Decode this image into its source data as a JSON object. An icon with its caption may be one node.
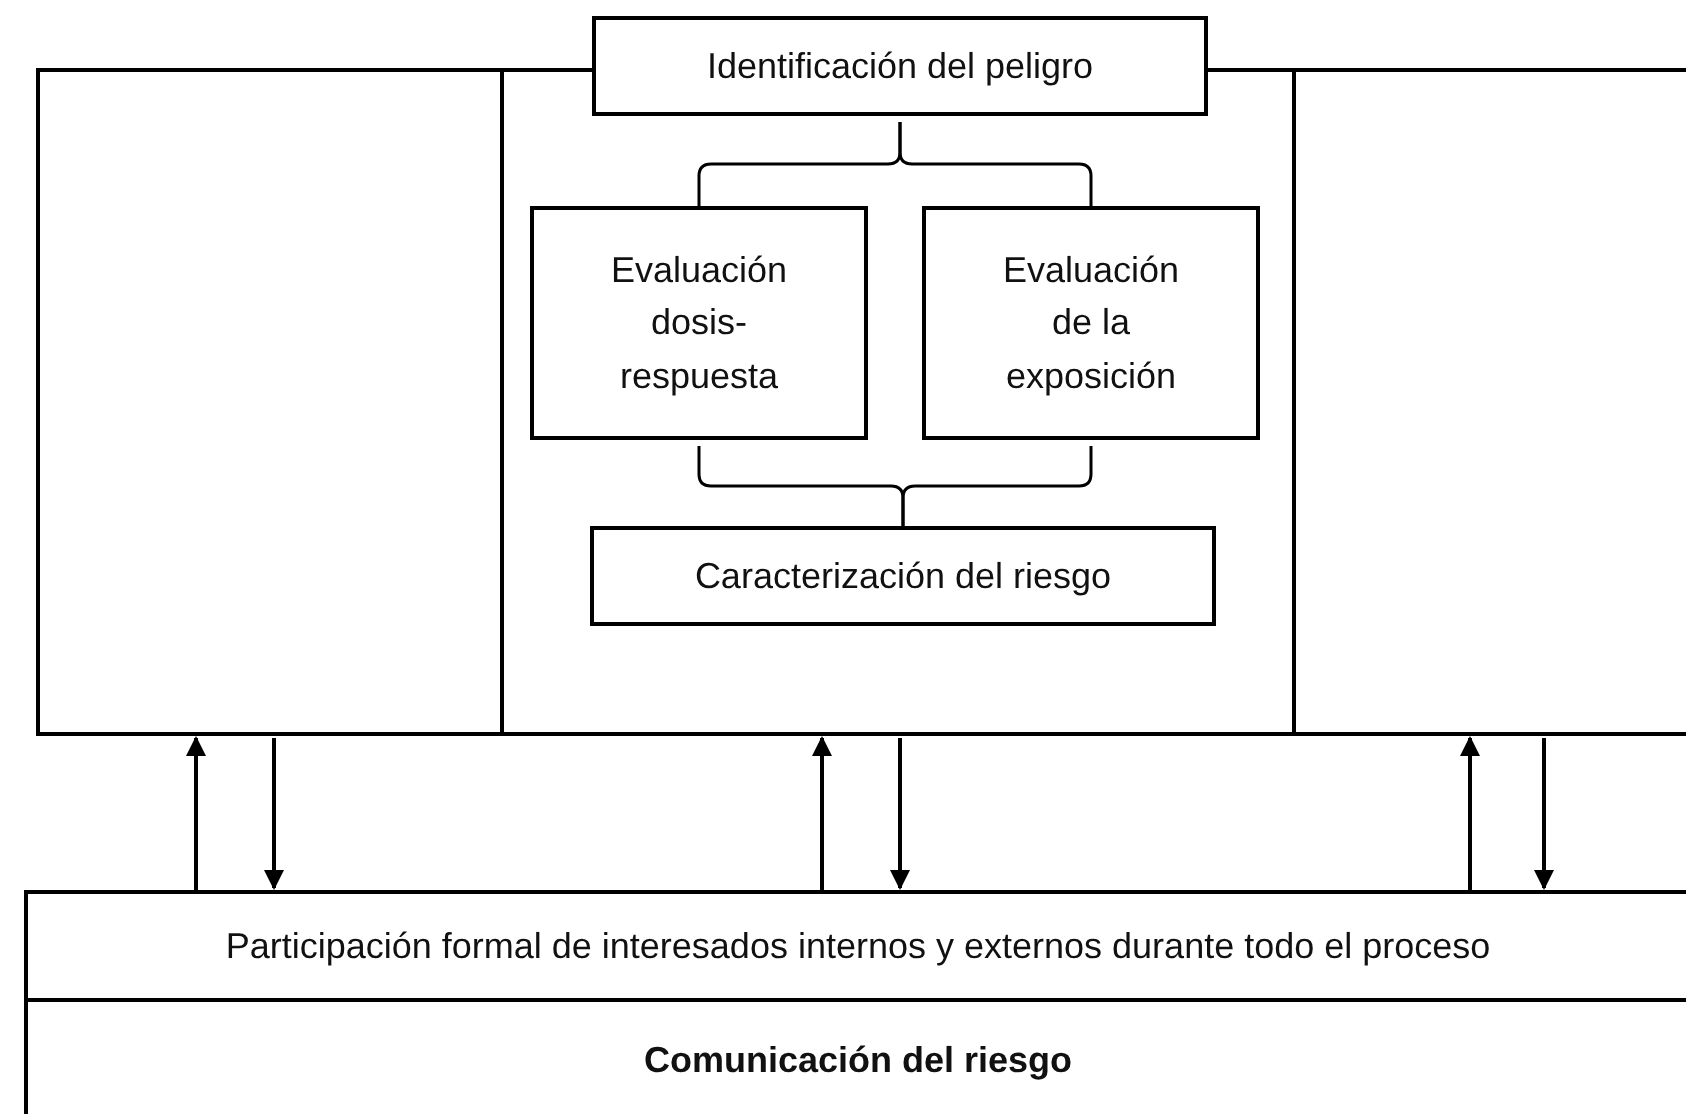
{
  "diagram": {
    "nodes": [
      {
        "text": [],
        "shape": "box"
      },
      {
        "text": [],
        "shape": "box"
      },
      {
        "text": [
          "Identificación del peligro"
        ]
      },
      {
        "text": [
          "Evaluación dosis-respuesta"
        ],
        "in": 1
      },
      {
        "text": [
          "Evaluación de la exposición"
        ],
        "in": 1
      },
      {
        "text": [
          "Caracterización del riesgo"
        ],
        "in": 1
      },
      {
        "text": [],
        "shape": "box"
      },
      {
        "text": [
          "Participación formal de interesados internos y externos durante todo el proceso"
        ]
      },
      {
        "text": [
          "Comunicación del riesgo"
        ]
      }
    ],
    "edges": [
      {
        "from": 2,
        "to": 3,
        "arrow": "none"
      },
      {
        "from": 2,
        "to": 4,
        "arrow": "none"
      },
      {
        "from": 3,
        "to": 5,
        "arrow": "none"
      },
      {
        "from": 4,
        "to": 5,
        "arrow": "none"
      },
      {
        "from": 7,
        "to": 0,
        "arrow": "to"
      },
      {
        "from": 0,
        "to": 7,
        "arrow": "to"
      },
      {
        "from": 7,
        "to": 1,
        "arrow": "to"
      },
      {
        "from": 1,
        "to": 7,
        "arrow": "to"
      },
      {
        "from": 7,
        "to": 6,
        "arrow": "to"
      },
      {
        "from": 6,
        "to": 7,
        "arrow": "to"
      }
    ]
  }
}
